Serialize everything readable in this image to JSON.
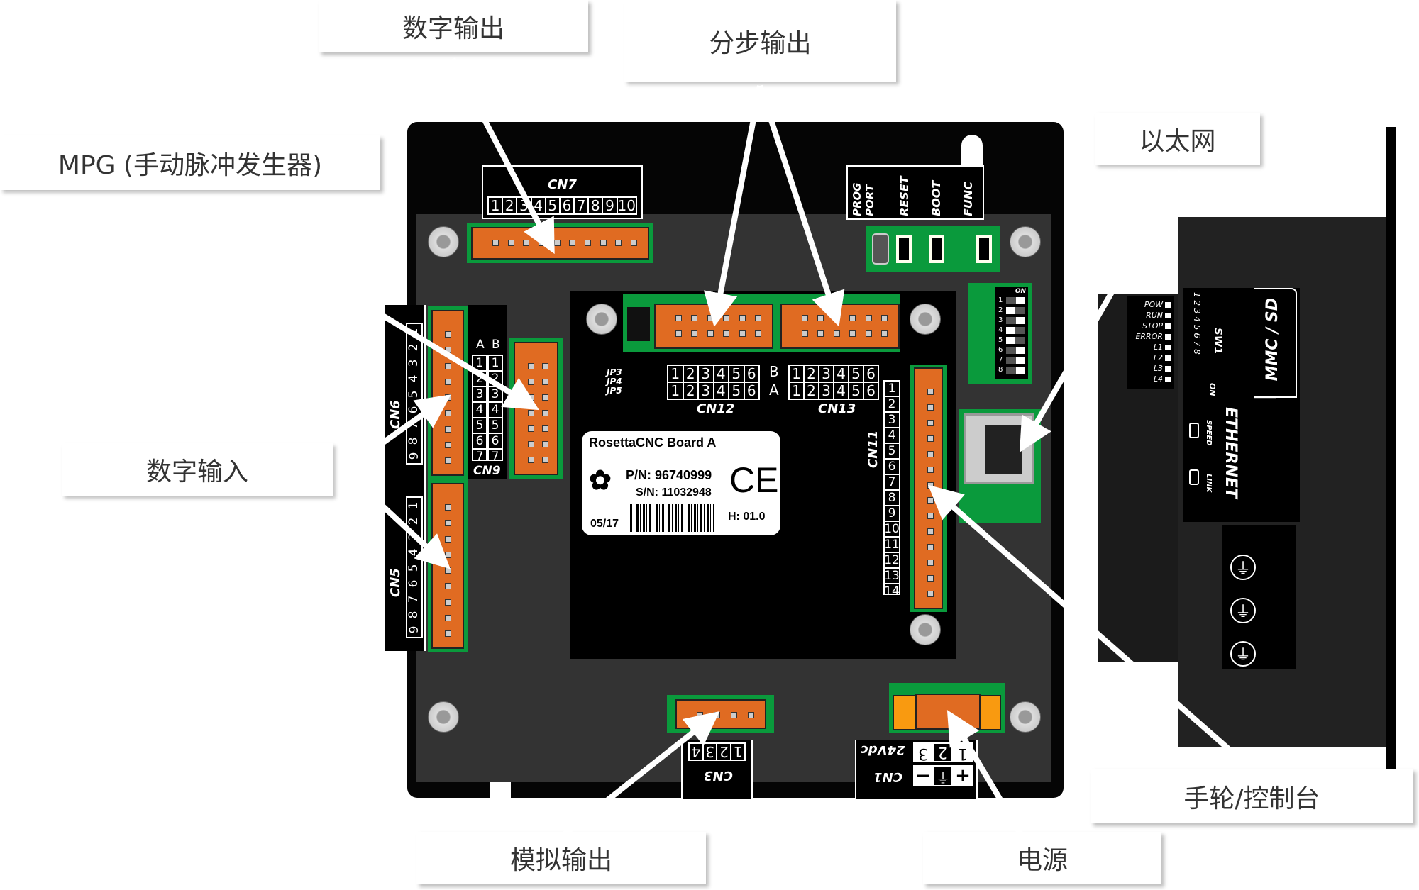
{
  "callouts": {
    "digital_output": "数字输出",
    "stepper_output": "分步输出",
    "mpg": "MPG (手动脉冲发生器)",
    "ethernet": "以太网",
    "digital_input": "数字输入",
    "handwheel": "手轮/控制台",
    "analog_output": "模拟输出",
    "power": "电源"
  },
  "board": {
    "cn7": {
      "label": "CN7",
      "pins": [
        "1",
        "2",
        "3",
        "4",
        "5",
        "6",
        "7",
        "8",
        "9",
        "10"
      ]
    },
    "buttons": {
      "prog_port": "PROG PORT",
      "reset": "RESET",
      "boot": "BOOT",
      "func": "FUNC"
    },
    "cn12": {
      "label": "CN12",
      "row_b": [
        "1",
        "2",
        "3",
        "4",
        "5",
        "6"
      ],
      "row_a": [
        "1",
        "2",
        "3",
        "4",
        "5",
        "6"
      ]
    },
    "cn13": {
      "label": "CN13",
      "row_b": [
        "1",
        "2",
        "3",
        "4",
        "5",
        "6"
      ],
      "row_a": [
        "1",
        "2",
        "3",
        "4",
        "5",
        "6"
      ]
    },
    "row_letters": {
      "b": "B",
      "a": "A"
    },
    "jumpers": [
      "JP3",
      "JP4",
      "JP5"
    ],
    "sticker": {
      "title": "RosettaCNC Board A",
      "pn": "P/N: 96740999",
      "sn": "S/N: 11032948",
      "date": "05/17",
      "hw": "H: 01.0",
      "ce": "CE"
    },
    "cn11": {
      "label": "CN11",
      "pins": [
        "1",
        "2",
        "3",
        "4",
        "5",
        "6",
        "7",
        "8",
        "9",
        "10",
        "11",
        "12",
        "13",
        "14"
      ]
    },
    "cn6": {
      "label": "CN6",
      "pins": [
        "1",
        "2",
        "3",
        "4",
        "5",
        "6",
        "7",
        "8",
        "9"
      ]
    },
    "cn5": {
      "label": "CN5",
      "pins": [
        "1",
        "2",
        "3",
        "4",
        "5",
        "6",
        "7",
        "8",
        "9"
      ]
    },
    "cn9": {
      "label": "CN9",
      "col_a": "A",
      "col_b": "B",
      "pins": [
        "1",
        "2",
        "3",
        "4",
        "5",
        "6",
        "7"
      ]
    },
    "cn3": {
      "label": "CN3",
      "pins": [
        "1",
        "2",
        "3",
        "4"
      ]
    },
    "cn1": {
      "label": "CN1",
      "voltage": "24Vdc",
      "pins": [
        "1",
        "2",
        "3"
      ],
      "symbols": [
        "+",
        "⏚",
        "−"
      ]
    },
    "dip_switch": {
      "on_label": "ON",
      "numbers": [
        "1",
        "2",
        "3",
        "4",
        "5",
        "6",
        "7",
        "8"
      ],
      "states": [
        1,
        0,
        1,
        0,
        0,
        1,
        1,
        1
      ]
    }
  },
  "side": {
    "leds": [
      "POW",
      "RUN",
      "STOP",
      "ERROR",
      "L1",
      "L2",
      "L3",
      "L4"
    ],
    "sw1": "SW1",
    "sw_numbers": "1 2 3 4 5 6 7 8",
    "on": "ON",
    "ethernet": "ETHERNET",
    "speed": "SPEED",
    "link": "LINK",
    "mmc_sd": "MMC / SD"
  },
  "colors": {
    "connector": "#e06b22",
    "pcb": "#0a9a3c",
    "plate": "#050505",
    "panel": "#333333"
  }
}
